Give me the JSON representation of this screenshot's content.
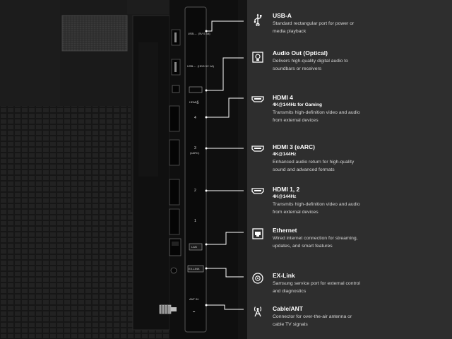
{
  "panel_labels": {
    "usb1": "USB-← (5V 0.5A)",
    "usb2": "USB-← (HDD 5V 1A)",
    "hdmi_header": "HDMI⎙",
    "hdmi4": "4",
    "hdmi3": "3",
    "earc": "(eARC)",
    "hdmi2": "2",
    "hdmi1": "1",
    "lan": "LAN",
    "exlink": "EX-LINK",
    "ant": "ANT IN",
    "ant_small": "⎓"
  },
  "legend": [
    {
      "id": "usb",
      "icon": "usb-icon",
      "title": "USB-A",
      "sub": "",
      "desc": "Standard rectangular port for power or media playback"
    },
    {
      "id": "optical",
      "icon": "optical-icon",
      "title": "Audio Out (Optical)",
      "sub": "",
      "desc": "Delivers high-quality digital audio to soundbars or receivers"
    },
    {
      "id": "hdmi4",
      "icon": "hdmi-icon",
      "title": "HDMI 4",
      "sub": "4K@144Hz for Gaming",
      "desc": "Transmits high-definition video and audio from external devices"
    },
    {
      "id": "hdmi3",
      "icon": "hdmi-icon",
      "title": "HDMI 3 (eARC)",
      "sub": "4K@144Hz",
      "desc": "Enhanced audio return for high-quality sound and advanced formats"
    },
    {
      "id": "hdmi12",
      "icon": "hdmi-icon",
      "title": "HDMI 1, 2",
      "sub": "4K@144Hz",
      "desc": "Transmits high-definition video and audio from external devices"
    },
    {
      "id": "ethernet",
      "icon": "ethernet-icon",
      "title": "Ethernet",
      "sub": "",
      "desc": "Wired internet connection for streaming, updates, and smart features"
    },
    {
      "id": "exlink",
      "icon": "exlink-icon",
      "title": "EX-Link",
      "sub": "",
      "desc": "Samsung service port for external control and diagnostics"
    },
    {
      "id": "cable",
      "icon": "antenna-icon",
      "title": "Cable/ANT",
      "sub": "",
      "desc": "Connector for over-the-air antenna or cable TV signals"
    }
  ],
  "colors": {
    "panel_bg": "#2e2e2e",
    "tv_bg": "#1a1a1a",
    "line": "#ffffff",
    "text": "#ffffff",
    "desc": "#d5d5d5"
  }
}
